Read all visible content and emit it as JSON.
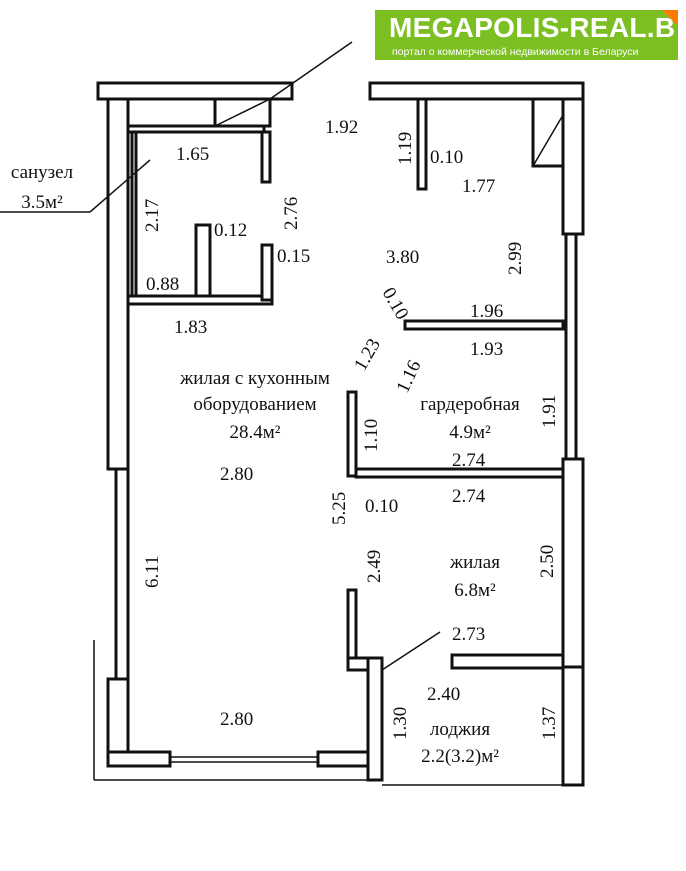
{
  "logo": {
    "brand": "MEGAPOLIS-REAL.BY",
    "tagline": "портал о коммерческой недвижимости в Беларуси",
    "color": "#7bbf23",
    "accent": "#ff7a00"
  },
  "rooms": {
    "bathroom_name": "санузел",
    "bathroom_area": "3.5м²",
    "living_name_1": "жилая с кухонным",
    "living_name_2": "оборудованием",
    "living_area": "28.4м²",
    "wardrobe_name": "гардеробная",
    "wardrobe_area": "4.9м²",
    "bedroom_name": "жилая",
    "bedroom_area": "6.8м²",
    "loggia_name": "лоджия",
    "loggia_area": "2.2(3.2)м²"
  },
  "dimensions": {
    "d192": "1.92",
    "d165": "1.65",
    "d119": "1.19",
    "d010a": "0.10",
    "d177": "1.77",
    "d217": "2.17",
    "d276": "2.76",
    "d012": "0.12",
    "d015": "0.15",
    "d088": "0.88",
    "d380": "3.80",
    "d299": "2.99",
    "d183": "1.83",
    "d010b": "0.10",
    "d196": "1.96",
    "d193": "1.93",
    "d123": "1.23",
    "d116": "1.16",
    "d191": "1.91",
    "d110": "1.10",
    "d280a": "2.80",
    "d274a": "2.74",
    "d274b": "2.74",
    "d525": "5.25",
    "d010c": "0.10",
    "d611": "6.11",
    "d249": "2.49",
    "d250": "2.50",
    "d273": "2.73",
    "d240": "2.40",
    "d280b": "2.80",
    "d130": "1.30",
    "d137": "1.37"
  }
}
